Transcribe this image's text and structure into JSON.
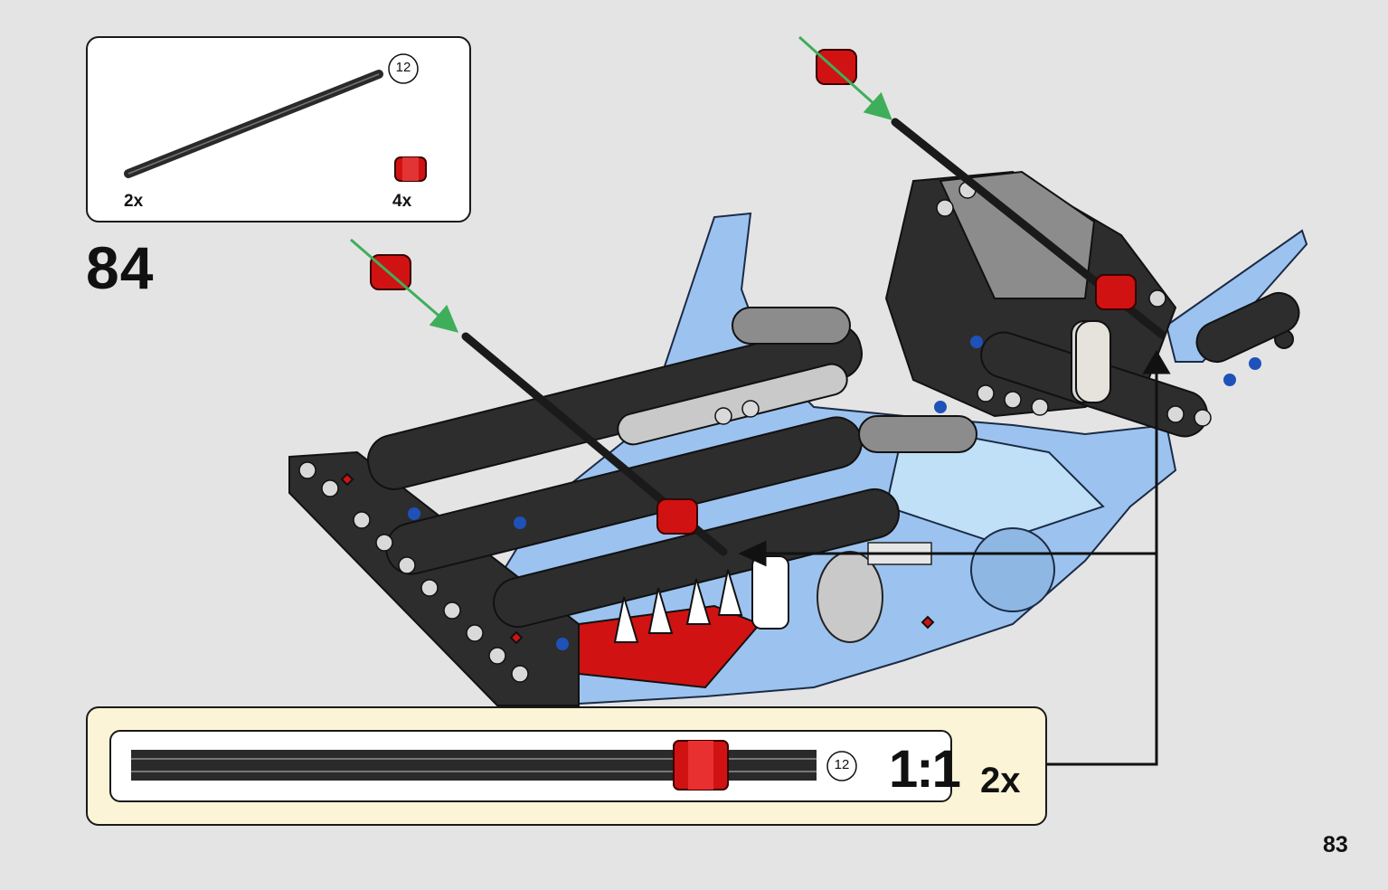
{
  "parts_list": {
    "items": [
      {
        "part": "axle",
        "length_label": "12",
        "quantity": "2x"
      },
      {
        "part": "red-bush",
        "quantity": "4x"
      }
    ]
  },
  "step": {
    "number": "84"
  },
  "callout": {
    "length_label": "12",
    "scale": "1:1",
    "quantity": "2x"
  },
  "page": {
    "number": "83"
  },
  "colors": {
    "background": "#e4e4e4",
    "callout_bg": "#fcf4d6",
    "technic_black": "#2d2d2d",
    "technic_gray": "#8c8c8c",
    "technic_light_blue": "#9cc3ef",
    "technic_red": "#d11212",
    "arrow_green": "#3fae5a"
  }
}
